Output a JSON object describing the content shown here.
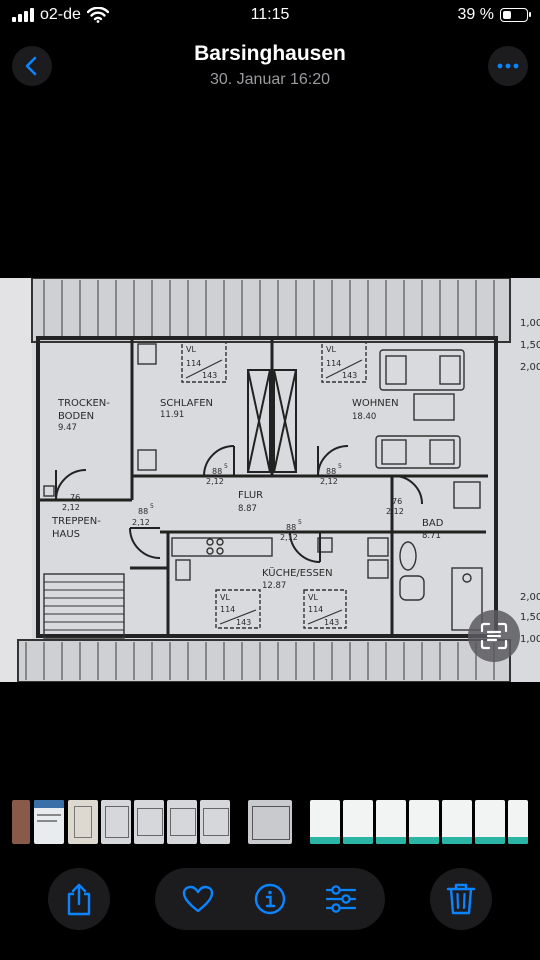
{
  "status": {
    "carrier": "o2-de",
    "time": "11:15",
    "battery_percent_label": "39 %",
    "battery_level": 0.39
  },
  "nav": {
    "title": "Barsinghausen",
    "subtitle": "30. Januar  16:20"
  },
  "floorplan": {
    "rooms": [
      {
        "name_line1": "TROCKEN-",
        "name_line2": "BODEN",
        "area": "9.47"
      },
      {
        "name": "SCHLAFEN",
        "area": "11.91"
      },
      {
        "name": "WOHNEN",
        "area": "18.40"
      },
      {
        "name": "FLUR",
        "area": "8.87"
      },
      {
        "name_line1": "TREPPEN-",
        "name_line2": "HAUS"
      },
      {
        "name": "KÜCHE/ESSEN",
        "area": "12.87"
      },
      {
        "name": "BAD",
        "area": "8.71"
      }
    ],
    "vl_label": "VL",
    "window_top": "114",
    "window_bottom": "143",
    "door_88": "88",
    "door_76": "76",
    "height_212": "2,12",
    "sup_5": "5",
    "side_top": [
      "1,00",
      "1,50",
      "2,00"
    ],
    "side_bottom": [
      "2,00",
      "1,50",
      "1,00"
    ]
  },
  "icons": {
    "back": "chevron-left-icon",
    "more": "ellipsis-icon",
    "live_text": "live-text-icon",
    "share": "share-icon",
    "favorite": "heart-icon",
    "info": "info-icon",
    "adjust": "sliders-icon",
    "delete": "trash-icon"
  },
  "colors": {
    "accent": "#0a84ff",
    "button_bg": "#1c1c1e",
    "subtitle": "#9a9a9f",
    "paper": "#d7d8dc",
    "thumb_teal": "#2bb5a5"
  }
}
